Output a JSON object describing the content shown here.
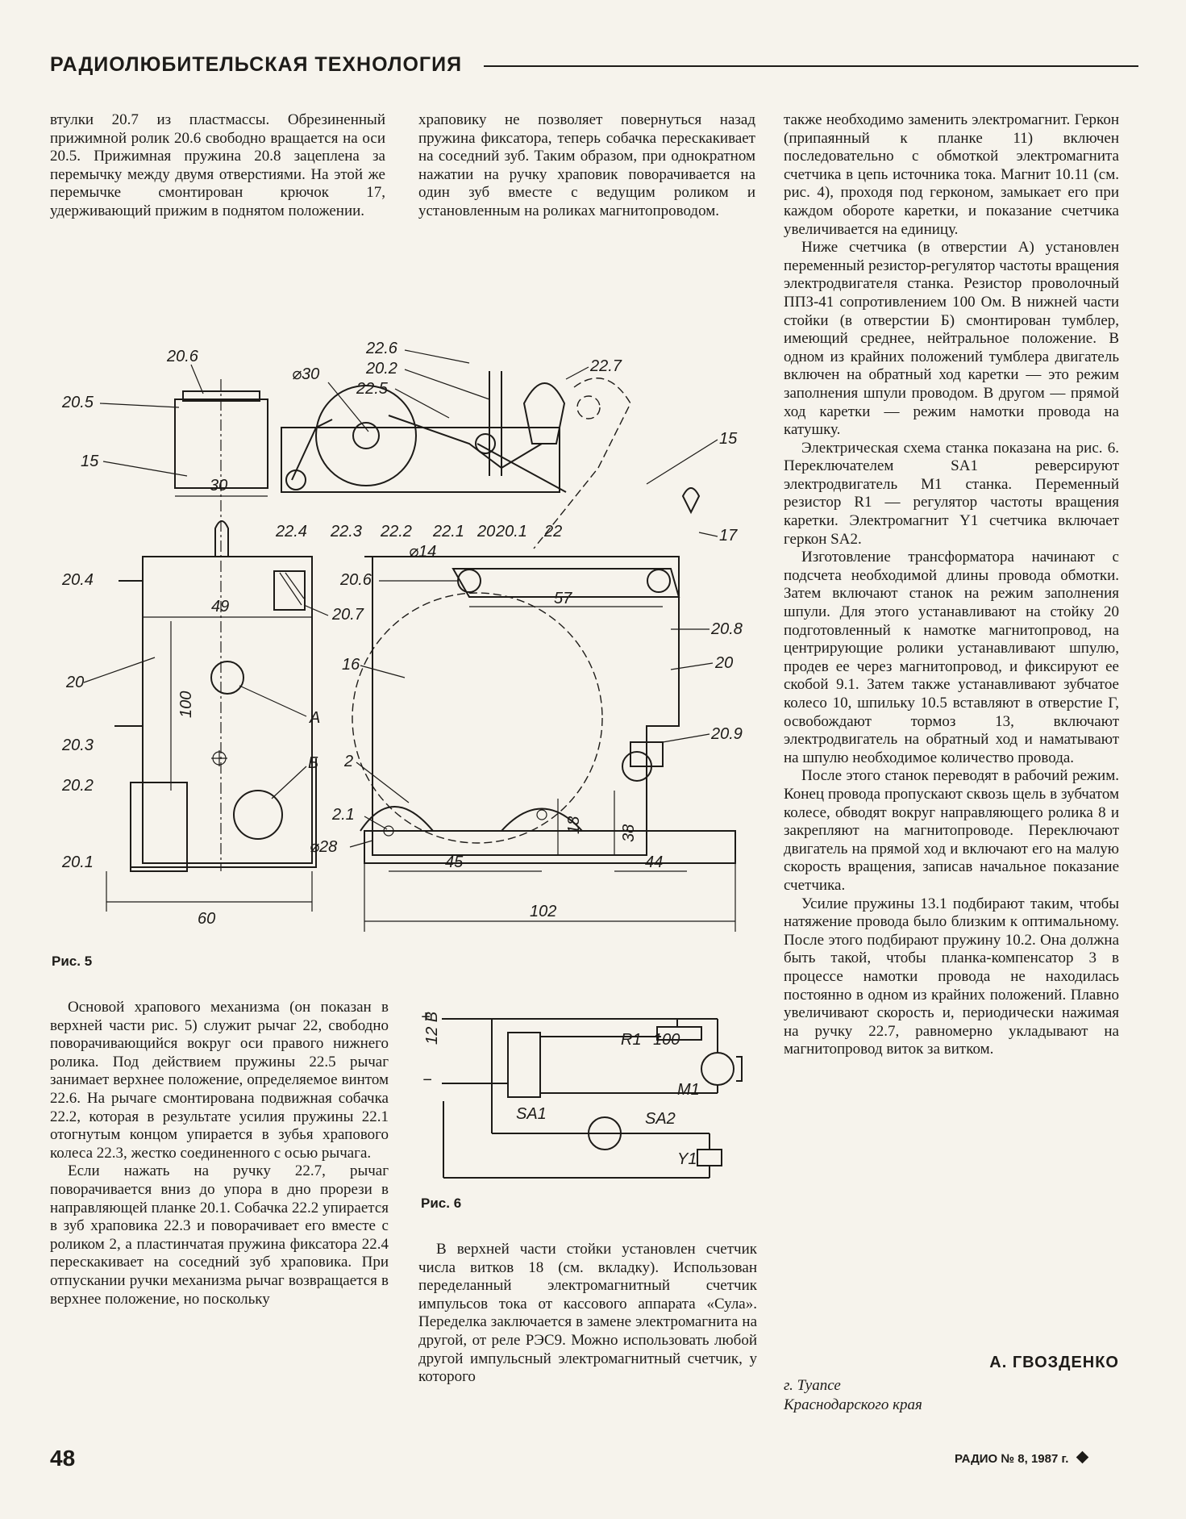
{
  "header": {
    "title": "РАДИОЛЮБИТЕЛЬСКАЯ ТЕХНОЛОГИЯ"
  },
  "col1_top": {
    "p1": "втулки 20.7 из пластмассы. Обрезиненный прижимной ролик 20.6 свободно вращается на оси 20.5. Прижимная пружина 20.8 зацеплена за перемычку между двумя отверстиями. На этой же перемычке смонтирован крючок 17, удерживающий прижим в поднятом положении."
  },
  "col2_top": {
    "p1": "храповику не позволяет повернуться назад пружина фиксатора, теперь собачка перескакивает на соседний зуб. Таким образом, при однократном нажатии на ручку храповик поворачивается на один зуб вместе с ведущим роликом и установленным на роликах магнитопроводом."
  },
  "col3": {
    "p1": "также необходимо заменить электромагнит. Геркон (припаянный к планке 11) включен последовательно с обмоткой электромагнита счетчика в цепь источника тока. Магнит 10.11 (см. рис. 4), проходя под герконом, замыкает его при каждом обороте каретки, и показание счетчика увеличивается на единицу.",
    "p2": "Ниже счетчика (в отверстии А) установлен переменный резистор-регулятор частоты вращения электродвигателя станка. Резистор проволочный ППЗ-41 сопротивлением 100 Ом. В нижней части стойки (в отверстии Б) смонтирован тумблер, имеющий среднее, нейтральное положение. В одном из крайних положений тумблера двигатель включен на обратный ход каретки — это режим заполнения шпули проводом. В другом — прямой ход каретки — режим намотки провода на катушку.",
    "p3": "Электрическая схема станка показана на рис. 6. Переключателем SA1 реверсируют электродвигатель M1 станка. Переменный резистор R1 — регулятор частоты вращения каретки. Электромагнит Y1 счетчика включает геркон SA2.",
    "p4": "Изготовление трансформатора начинают с подсчета необходимой длины провода обмотки. Затем включают станок на режим заполнения шпули. Для этого устанавливают на стойку 20 подготовленный к намотке магнитопровод, на центрирующие ролики устанавливают шпулю, продев ее через магнитопровод, и фиксируют ее скобой 9.1. Затем также устанавливают зубчатое колесо 10, шпильку 10.5 вставляют в отверстие Г, освобождают тормоз 13, включают электродвигатель на обратный ход и наматывают на шпулю необходимое количество провода.",
    "p5": "После этого станок переводят в рабочий режим. Конец провода пропускают сквозь щель в зубчатом колесе, обводят вокруг направляющего ролика 8 и закрепляют на магнитопроводе. Переключают двигатель на прямой ход и включают его на малую скорость вращения, записав начальное показание счетчика.",
    "p6": "Усилие пружины 13.1 подбирают таким, чтобы натяжение провода было близким к оптимальному. После этого подбирают пружину 10.2. Она должна быть такой, чтобы планка-компенсатор 3 в процессе намотки провода не находилась постоянно в одном из крайних положений. Плавно увеличивают скорость и, периодически нажимая на ручку 22.7, равномерно укладывают на магнитопровод виток за витком."
  },
  "col1_bottom": {
    "p1": "Основой храпового механизма (он показан в верхней части рис. 5) служит рычаг 22, свободно поворачивающийся вокруг оси правого нижнего ролика. Под действием пружины 22.5 рычаг занимает верхнее положение, определяемое винтом 22.6. На рычаге смонтирована подвижная собачка 22.2, которая в результате усилия пружины 22.1 отогнутым концом упирается в зубья храпового колеса 22.3, жестко соединенного с осью рычага.",
    "p2": "Если нажать на ручку 22.7, рычаг поворачивается вниз до упора в дно прорези в направляющей планке 20.1. Собачка 22.2 упирается в зуб храповика 22.3 и поворачивает его вместе с роликом 2, а пластинчатая пружина фиксатора 22.4 перескакивает на соседний зуб храповика. При отпускании ручки механизма рычаг возвращается в верхнее положение, но поскольку"
  },
  "col2_bottom": {
    "p1": "В верхней части стойки установлен счетчик числа витков 18 (см. вкладку). Использован переделанный электромагнитный счетчик импульсов тока от кассового аппарата «Сула». Переделка заключается в замене электромагнита на другой, от реле РЭС9. Можно использовать любой другой импульсный электромагнитный счетчик, у которого"
  },
  "fig5": {
    "caption": "Рис. 5",
    "labels": {
      "l20_6a": "20.6",
      "l20_5": "20.5",
      "l15a": "15",
      "l30": "30",
      "l20_4": "20.4",
      "l49": "49",
      "l20_7": "20.7",
      "l20a": "20",
      "l100": "100",
      "lA": "А",
      "l20_3": "20.3",
      "lB": "Б",
      "l20_2": "20.2",
      "l20_1": "20.1",
      "l60": "60",
      "l22_6": "22.6",
      "l22_2t": "20.2",
      "l22_5": "22.5",
      "lo30": "⌀30",
      "l22_7": "22.7",
      "l15b": "15",
      "l22_4": "22.4",
      "l22_3": "22.3",
      "l22_2": "22.2",
      "l22_1": "22.1",
      "l20b": "20",
      "l20_1b": "20.1",
      "l22": "22",
      "l17": "17",
      "lo14": "⌀14",
      "l20_6b": "20.6",
      "l57": "57",
      "l20_8": "20.8",
      "l20c": "20",
      "l16": "16",
      "l20_9": "20.9",
      "l2": "2",
      "l2_1": "2.1",
      "lo28": "⌀28",
      "l18": "18",
      "l38": "38",
      "l45": "45",
      "l44": "44",
      "l102": "102"
    }
  },
  "fig6": {
    "caption": "Рис. 6",
    "labels": {
      "supply": "12 В",
      "plus": "+",
      "minus": "−",
      "r1": "R1",
      "r1v": "100",
      "m1": "M1",
      "sa1": "SA1",
      "sa2": "SA2",
      "y1": "Y1"
    }
  },
  "signature": {
    "author": "А. ГВОЗДЕНКО",
    "place1": "г. Туапсе",
    "place2": "Краснодарского края"
  },
  "footer": {
    "page": "48",
    "journal": "РАДИО № 8, 1987 г."
  }
}
